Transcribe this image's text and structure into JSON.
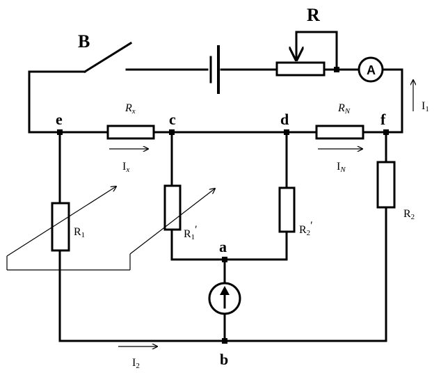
{
  "labels": {
    "rheostat": "R",
    "switch": "B",
    "ammeter": "A",
    "node_e": "e",
    "node_c": "c",
    "node_d": "d",
    "node_f": "f",
    "node_a": "a",
    "node_b": "b",
    "rx_main": "R",
    "rx_sub": "x",
    "rn_main": "R",
    "rn_sub": "N",
    "r1_main": "R",
    "r1_sub": "1",
    "r1p_main": "R",
    "r1p_sub": "1",
    "r1p_prime": "′",
    "r2p_main": "R",
    "r2p_sub": "2",
    "r2p_prime": "′",
    "r2_main": "R",
    "r2_sub": "2",
    "ix_main": "I",
    "ix_sub": "x",
    "in_main": "I",
    "in_sub": "N",
    "i1_main": "I",
    "i1_sub": "1",
    "i2_main": "I",
    "i2_sub": "2"
  }
}
